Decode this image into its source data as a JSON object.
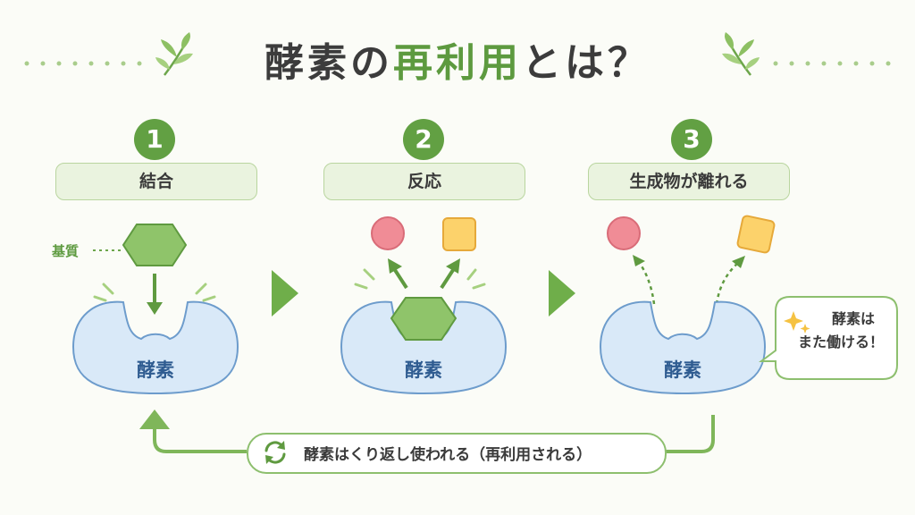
{
  "title": {
    "part1": "酵素の",
    "part2": "再利用",
    "part3": "とは？"
  },
  "steps": [
    {
      "number": "1",
      "label": "結合"
    },
    {
      "number": "2",
      "label": "反応"
    },
    {
      "number": "3",
      "label": "生成物が離れる"
    }
  ],
  "enzyme_label": "酵素",
  "substrate_label": "基質",
  "bubble": {
    "line1": "酵素は",
    "line2": "また働ける！"
  },
  "cycle_text": "酵素はくり返し使われる（再利用される）",
  "colors": {
    "green": "#62a043",
    "light_green": "#eaf3df",
    "enzyme_fill": "#d9e9f8",
    "enzyme_stroke": "#6d9ccc",
    "substrate_fill": "#8fc46a",
    "product_circle": "#f08c96",
    "product_square": "#fcd26b"
  },
  "icons": [
    "leaf-sprig-icon",
    "sparkle-icon",
    "recycle-icon",
    "arrow-right-icon"
  ]
}
